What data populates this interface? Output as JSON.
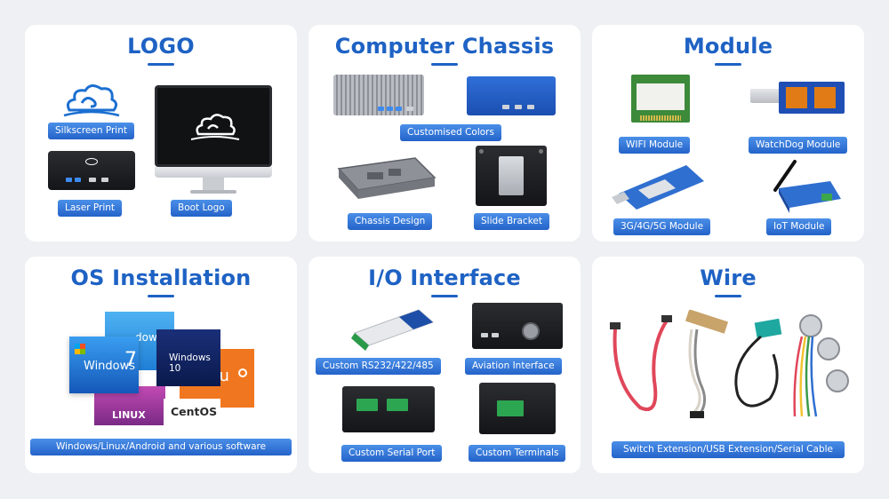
{
  "cards": {
    "logo": {
      "title": "LOGO",
      "tags": {
        "silkscreen": "Silkscreen Print",
        "laser": "Laser Print",
        "boot": "Boot Logo"
      }
    },
    "chassis": {
      "title": "Computer Chassis",
      "tags": {
        "colors": "Customised Colors",
        "design": "Chassis Design",
        "bracket": "Slide Bracket"
      }
    },
    "module": {
      "title": "Module",
      "tags": {
        "wifi": "WIFI Module",
        "watchdog": "WatchDog Module",
        "cellular": "3G/4G/5G Module",
        "iot": "IoT Module"
      }
    },
    "os": {
      "title": "OS Installation",
      "tiles": {
        "win8": "dows 8",
        "win10": "Windows 10",
        "win7": "Windows",
        "win7num": "7",
        "ubuntu": "ntu",
        "linux": "LINUX",
        "centos": "CentOS"
      },
      "tags": {
        "software": "Windows/Linux/Android and various software"
      }
    },
    "io": {
      "title": "I/O Interface",
      "tags": {
        "rs232": "Custom RS232/422/485",
        "aviation": "Aviation Interface",
        "serial": "Custom Serial Port",
        "terminals": "Custom Terminals"
      }
    },
    "wire": {
      "title": "Wire",
      "tags": {
        "cables": "Switch Extension/USB Extension/Serial Cable"
      }
    }
  },
  "colors": {
    "background": "#eef0f3",
    "card": "#ffffff",
    "title": "#1e62c4",
    "tag": "#2f74d6"
  }
}
